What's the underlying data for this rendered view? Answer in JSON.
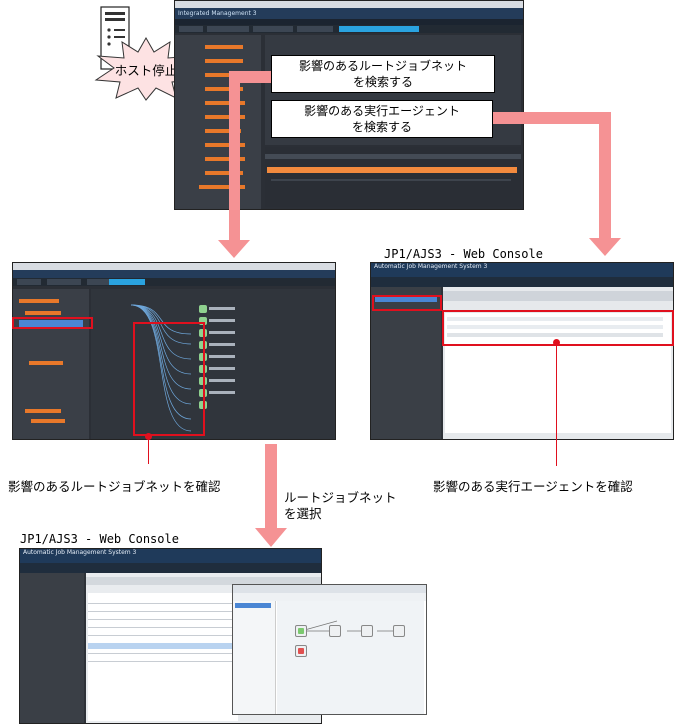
{
  "callouts": {
    "host_stop": "ホスト停止",
    "search_root_jobnet": "影響のあるルートジョブネット\nを検索する",
    "search_agent": "影響のある実行エージェント\nを検索する"
  },
  "labels": {
    "web_console_right": "JP1/AJS3 - Web Console",
    "confirm_root_jobnet": "影響のあるルートジョブネットを確認",
    "confirm_agent": "影響のある実行エージェントを確認",
    "select_root_jobnet": "ルートジョブネット\nを選択",
    "web_console_bottom": "JP1/AJS3 - Web Console"
  },
  "screens": {
    "im_title": "Integrated Management 3",
    "ajs_title": "Automatic Job Management System 3"
  },
  "colors": {
    "arrow": "#f59294",
    "highlight": "#e0101e",
    "dark_bg": "#2b2f36",
    "accent": "#e8782a"
  }
}
